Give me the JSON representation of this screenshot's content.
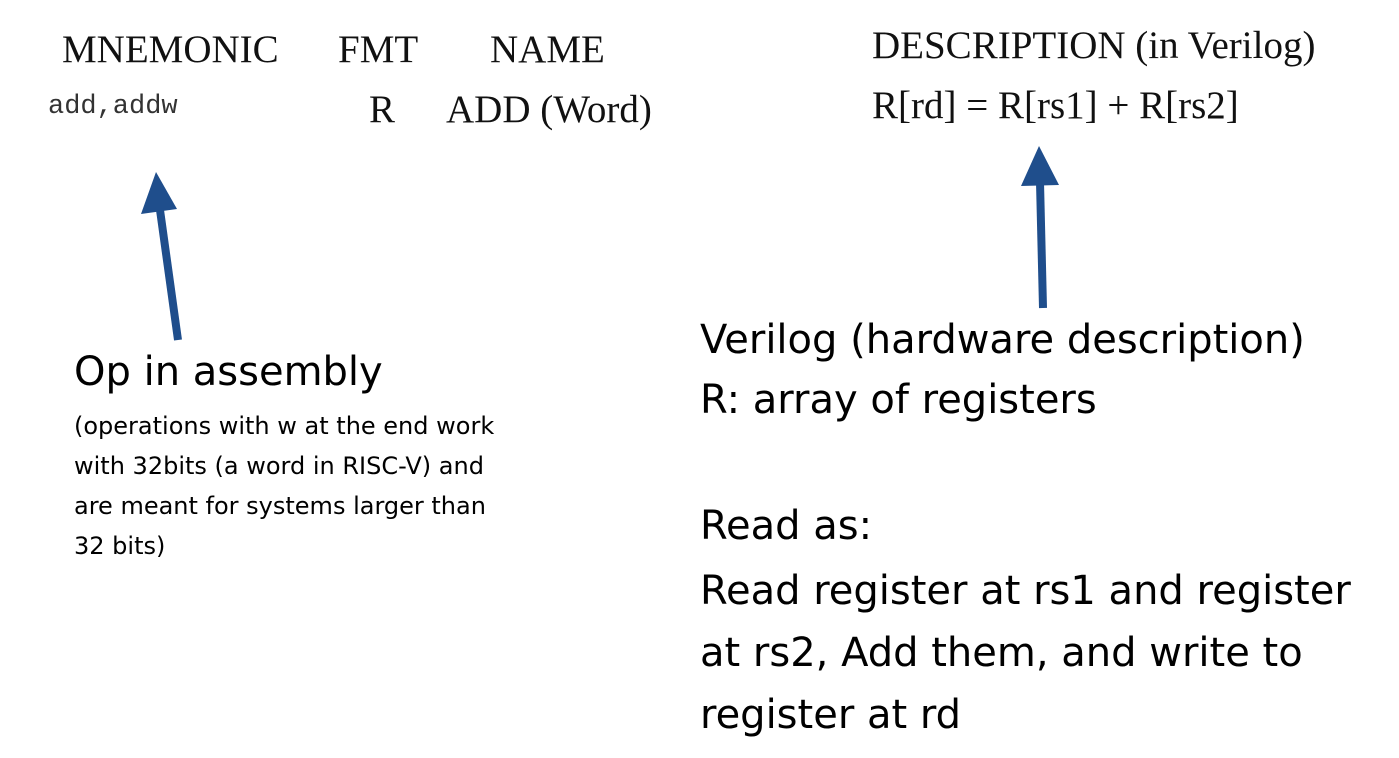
{
  "header": {
    "mnemonic": "MNEMONIC",
    "fmt": "FMT",
    "name": "NAME",
    "description": "DESCRIPTION (in Verilog)"
  },
  "row": {
    "mnemonic": "add,addw",
    "fmt": "R",
    "name": "ADD (Word)",
    "description": "R[rd] = R[rs1] + R[rs2]"
  },
  "annotations": {
    "left_title": "Op in assembly",
    "left_note": "(operations with w at the end work with 32bits (a word in RISC-V) and are meant for systems larger than 32 bits)",
    "right_line1": "Verilog (hardware description)",
    "right_line2": "R: array of registers",
    "right_line3": "Read as:",
    "right_line4": "Read register at rs1 and register at rs2, Add them, and write to register at rd"
  },
  "colors": {
    "arrow": "#1f4e8c"
  }
}
